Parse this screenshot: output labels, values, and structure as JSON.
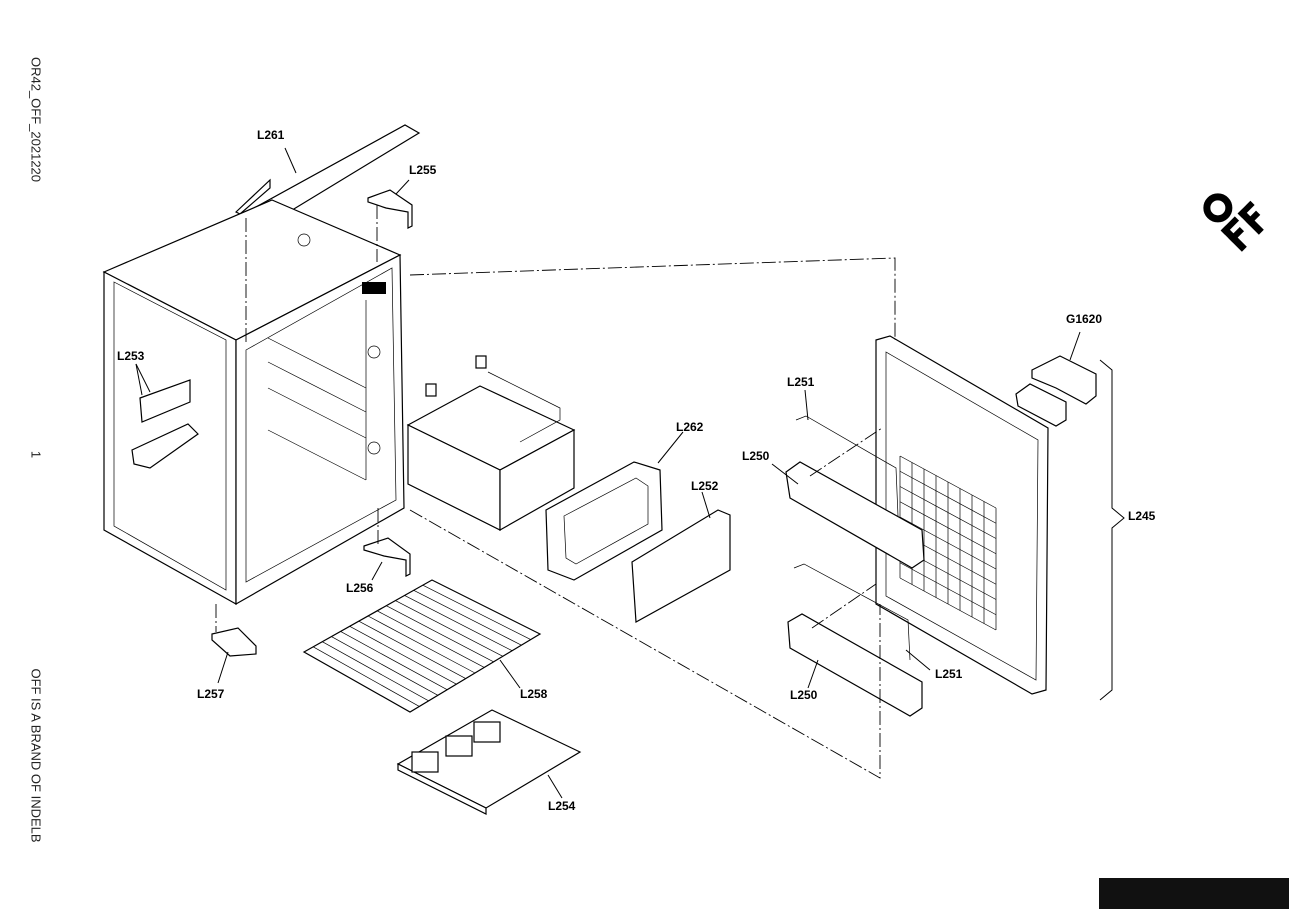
{
  "side": {
    "document_code": "OR42_OFF_2021220",
    "page_number": "1",
    "brand_note": "OFF IS A BRAND OF INDELB"
  },
  "logo": {
    "text": "OFF",
    "icon": "off-brand-logo"
  },
  "parts": [
    {
      "id": "L261"
    },
    {
      "id": "L255"
    },
    {
      "id": "L253"
    },
    {
      "id": "L262"
    },
    {
      "id": "L252"
    },
    {
      "id": "L256"
    },
    {
      "id": "L257"
    },
    {
      "id": "L258"
    },
    {
      "id": "L254"
    },
    {
      "id": "L251"
    },
    {
      "id": "L250"
    },
    {
      "id": "L251"
    },
    {
      "id": "L250"
    },
    {
      "id": "G1620"
    },
    {
      "id": "L245"
    }
  ],
  "colors": {
    "ink": "#000000",
    "background": "#ffffff",
    "footer_bar": "#111111"
  }
}
